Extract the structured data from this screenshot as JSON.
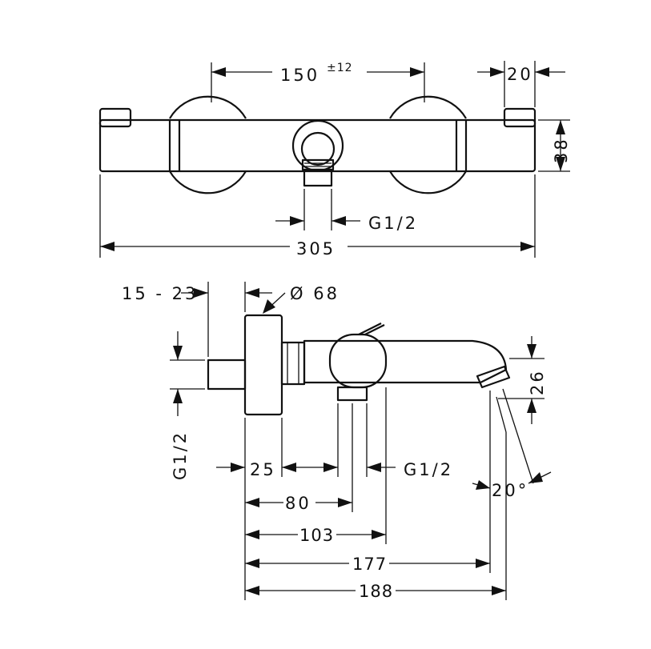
{
  "top_view": {
    "dim_center_distance": "150",
    "dim_center_tolerance": "±12",
    "dim_cap": "20",
    "dim_height": "38",
    "dim_outlet_thread": "G1/2",
    "dim_total_length": "305"
  },
  "side_view": {
    "dim_wall_offset": "15 - 23",
    "dim_diameter": "Ø 68",
    "dim_inlet_thread": "G1/2",
    "dim_spout_height": "26",
    "dim_a": "25",
    "dim_outlet_thread": "G1/2",
    "dim_angle": "20°",
    "dim_80": "80",
    "dim_103": "103",
    "dim_177": "177",
    "dim_188": "188"
  }
}
